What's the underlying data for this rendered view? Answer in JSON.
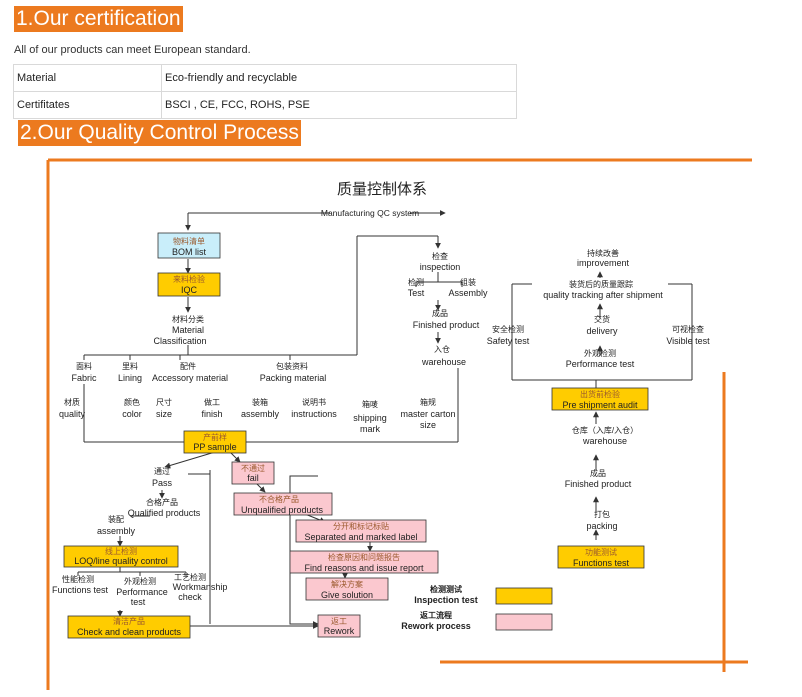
{
  "section1": {
    "title": "1.Our certification",
    "intro": "All of our products can meet European standard.",
    "rows": [
      {
        "label": "Material",
        "value": "Eco-friendly and recyclable"
      },
      {
        "label": "Certifitates",
        "value": "BSCI , CE, FCC, ROHS, PSE"
      }
    ]
  },
  "section2": {
    "title": "2.Our Quality Control Process"
  },
  "diagram": {
    "title": "质量控制体系",
    "root": "Manufacturing QC system",
    "bom_cn": "物料清单",
    "bom_en": "BOM list",
    "iqc_cn": "来料检验",
    "iqc_en": "IQC",
    "mat_cn": "材料分类",
    "mat_en1": "Material",
    "mat_en2": "Classification",
    "fabric_cn": "面料",
    "fabric_en": "Fabric",
    "lining_cn": "里料",
    "lining_en": "Lining",
    "acc_cn": "配件",
    "acc_en": "Accessory material",
    "pack_cn": "包装资料",
    "pack_en": "Packing material",
    "quality_cn": "材质",
    "quality_en": "quality",
    "color_cn": "颜色",
    "color_en": "color",
    "size_cn": "尺寸",
    "size_en": "size",
    "finish_cn": "做工",
    "finish_en": "finish",
    "assembly_cn": "装箱",
    "assembly_en": "assembly",
    "instr_cn": "说明书",
    "instr_en": "instructions",
    "ship_cn": "箱唛",
    "ship_en1": "shipping",
    "ship_en2": "mark",
    "carton_cn": "箱规",
    "carton_en1": "master carton",
    "carton_en2": "size",
    "pp_cn": "产前样",
    "pp_en": "PP sample",
    "insp_cn": "检查",
    "insp_en": "inspection",
    "test_cn": "检测",
    "test_en": "Test",
    "asm_cn": "组装",
    "asm_en": "Assembly",
    "fp_cn": "成品",
    "fp_en": "Finished product",
    "wh_cn": "入仓",
    "wh_en": "warehouse",
    "improve_cn": "持续改善",
    "improve_en": "improvement",
    "track_cn": "装货后的质量跟踪",
    "track_en": "quality tracking after shipment",
    "safety_cn": "安全检测",
    "safety_en": "Safety test",
    "delivery_cn": "交货",
    "delivery_en": "delivery",
    "visible_cn": "可视检查",
    "visible_en": "Visible test",
    "perf_cn": "外观检测",
    "perf_en": "Performance test",
    "psa_cn": "出货前检验",
    "psa_en": "Pre shipment audit",
    "wh2_cn": "仓库（入库/入仓）",
    "wh2_en": "warehouse",
    "fp2_cn": "成品",
    "fp2_en": "Finished product",
    "packing_cn": "打包",
    "packing_en": "packing",
    "ft_cn": "功能测试",
    "ft_en": "Functions test",
    "pass_cn": "通过",
    "pass_en": "Pass",
    "fail_cn": "不通过",
    "fail_en": "fail",
    "qp_cn": "合格产品",
    "qp_en": "Qualified products",
    "asm2_cn": "装配",
    "asm2_en": "assembly",
    "unq_cn": "不合格产品",
    "unq_en": "Unqualified products",
    "sep_cn": "分开和标记标贴",
    "sep_en": "Separated and marked label",
    "find_cn": "检查原因和问题报告",
    "find_en": "Find reasons and issue report",
    "give_cn": "解决方案",
    "give_en": "Give solution",
    "loq_cn": "线上检测",
    "loq_en": "LOQ/line quality control",
    "func_cn": "性能检测",
    "func_en": "Functions test",
    "perf2_cn": "外观检测",
    "perf2_en1": "Performance",
    "perf2_en2": "test",
    "work_cn": "工艺检测",
    "work_en1": "Workmanship",
    "work_en2": "check",
    "clean_cn": "清洁产品",
    "clean_en": "Check and clean products",
    "rework_cn": "返工",
    "rework_en": "Rework",
    "leg1_cn": "检测测试",
    "leg1_en": "Inspection test",
    "leg2_cn": "返工流程",
    "leg2_en": "Rework process"
  },
  "colors": {
    "orange": "#ec7a1f",
    "blue_box": "#c9eefa",
    "yellow_box": "#ffcc00",
    "pink_box": "#fbc8cf"
  }
}
